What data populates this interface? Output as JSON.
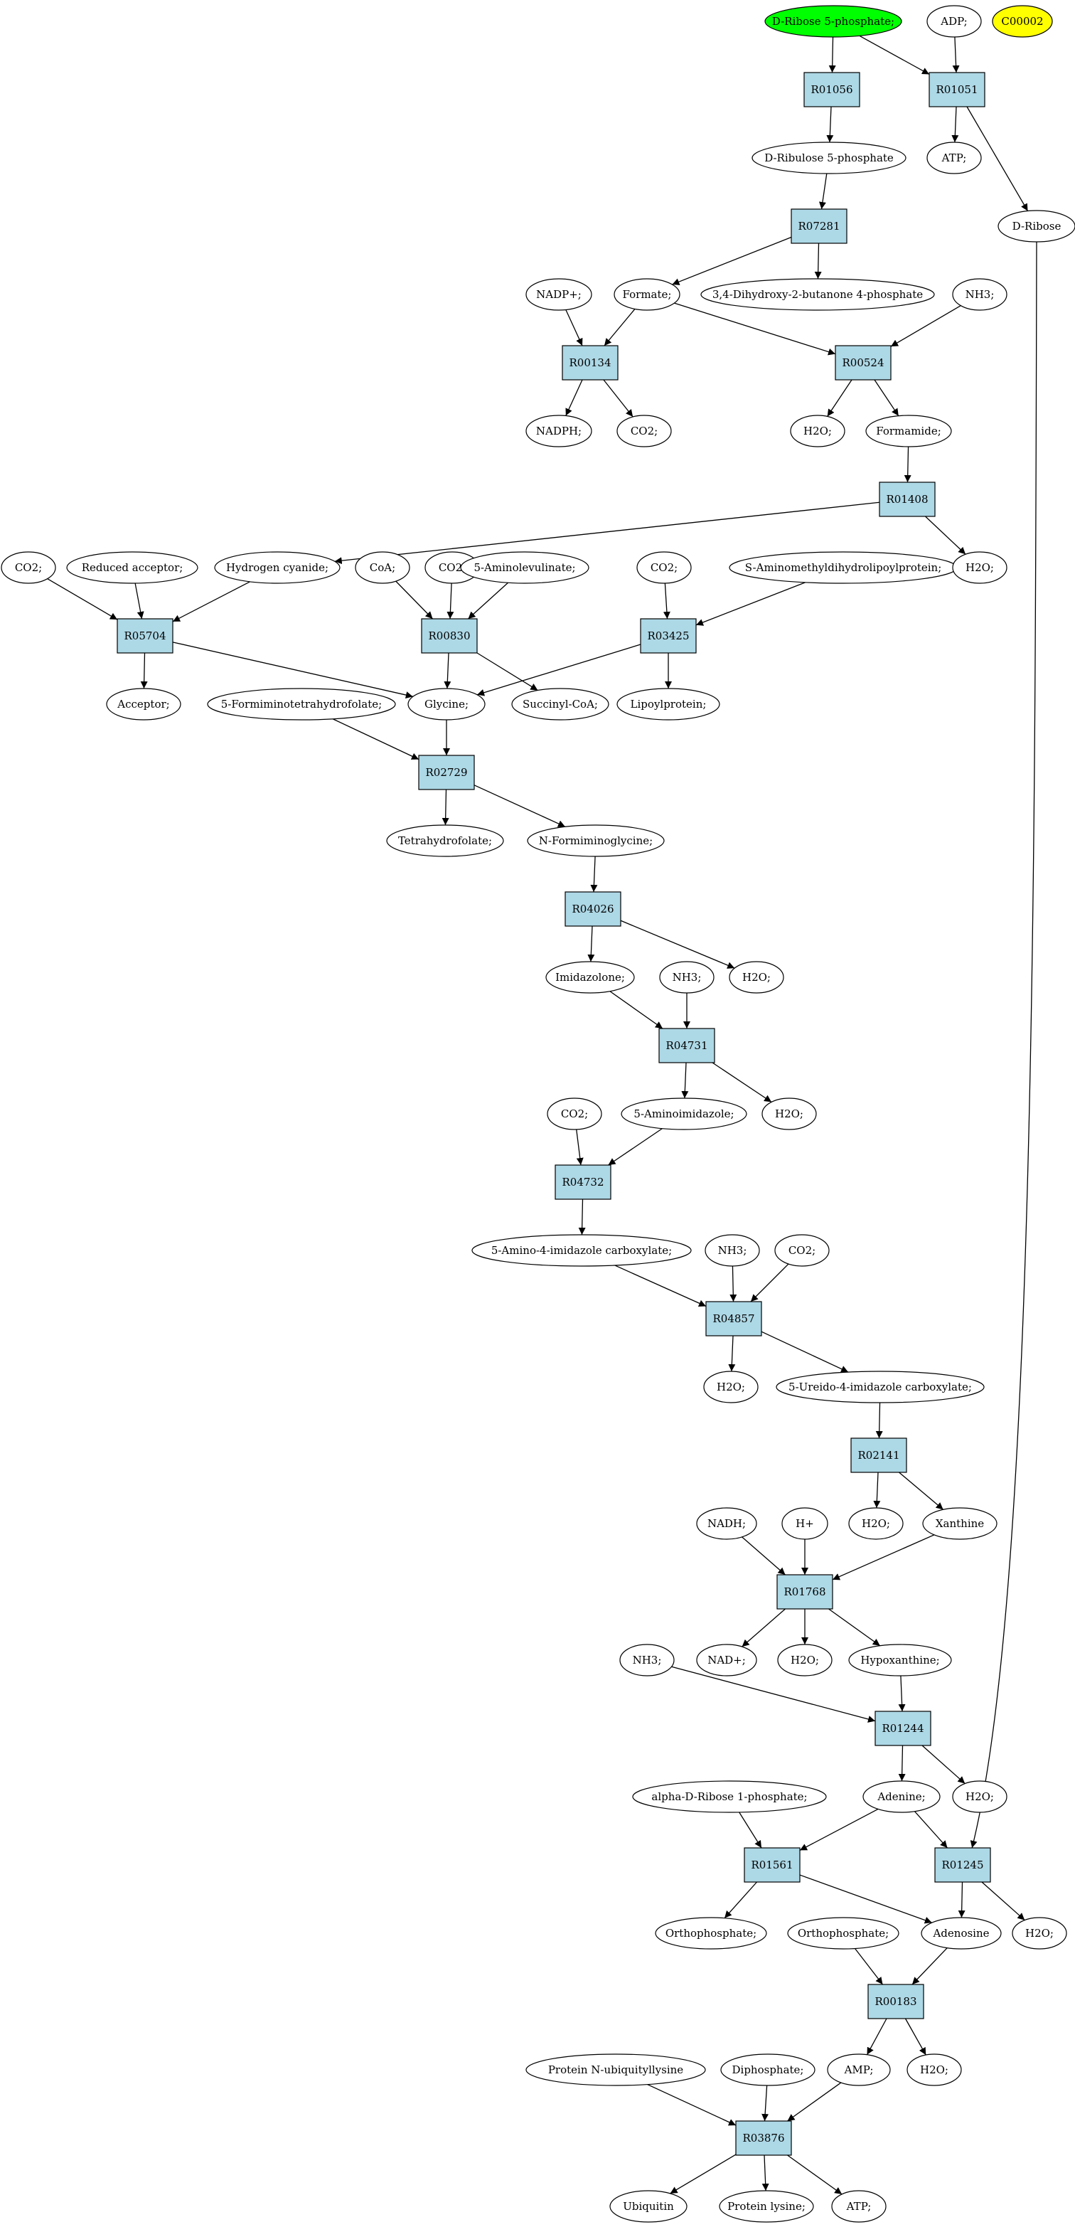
{
  "colors": {
    "reaction_fill": "#add8e6",
    "start_fill": "#00ff00",
    "highlight_fill": "#ffff00",
    "compound_fill": "#ffffff",
    "stroke": "#000000"
  },
  "nodes": [
    {
      "id": "c_rib5p",
      "kind": "start",
      "label": "D-Ribose 5-phosphate;"
    },
    {
      "id": "c_adp",
      "kind": "compound",
      "label": "ADP;"
    },
    {
      "id": "c_c00002",
      "kind": "highlight",
      "label": "C00002"
    },
    {
      "id": "R01056",
      "kind": "reaction",
      "label": "R01056"
    },
    {
      "id": "R01051",
      "kind": "reaction",
      "label": "R01051"
    },
    {
      "id": "c_ribulose",
      "kind": "compound",
      "label": "D-Ribulose 5-phosphate"
    },
    {
      "id": "c_atp1",
      "kind": "compound",
      "label": "ATP;"
    },
    {
      "id": "c_dribose",
      "kind": "compound",
      "label": "D-Ribose"
    },
    {
      "id": "R07281",
      "kind": "reaction",
      "label": "R07281"
    },
    {
      "id": "c_nadpp",
      "kind": "compound",
      "label": "NADP+;"
    },
    {
      "id": "c_formate",
      "kind": "compound",
      "label": "Formate;"
    },
    {
      "id": "c_dhb",
      "kind": "compound",
      "label": "3,4-Dihydroxy-2-butanone 4-phosphate"
    },
    {
      "id": "c_nh3a",
      "kind": "compound",
      "label": "NH3;"
    },
    {
      "id": "R00134",
      "kind": "reaction",
      "label": "R00134"
    },
    {
      "id": "R00524",
      "kind": "reaction",
      "label": "R00524"
    },
    {
      "id": "c_nadph",
      "kind": "compound",
      "label": "NADPH;"
    },
    {
      "id": "c_co2a",
      "kind": "compound",
      "label": "CO2;"
    },
    {
      "id": "c_h2oa",
      "kind": "compound",
      "label": "H2O;"
    },
    {
      "id": "c_formamide",
      "kind": "compound",
      "label": "Formamide;"
    },
    {
      "id": "R01408",
      "kind": "reaction",
      "label": "R01408"
    },
    {
      "id": "c_co2b",
      "kind": "compound",
      "label": "CO2;"
    },
    {
      "id": "c_redacc",
      "kind": "compound",
      "label": "Reduced acceptor;"
    },
    {
      "id": "c_hcn",
      "kind": "compound",
      "label": "Hydrogen cyanide;"
    },
    {
      "id": "c_coa",
      "kind": "compound",
      "label": "CoA;"
    },
    {
      "id": "c_co2c",
      "kind": "compound",
      "label": "CO2;"
    },
    {
      "id": "c_5ala",
      "kind": "compound",
      "label": "5-Aminolevulinate;"
    },
    {
      "id": "c_co2d",
      "kind": "compound",
      "label": "CO2;"
    },
    {
      "id": "c_samlp",
      "kind": "compound",
      "label": "S-Aminomethyldihydrolipoylprotein;"
    },
    {
      "id": "c_h2ob",
      "kind": "compound",
      "label": "H2O;"
    },
    {
      "id": "R05704",
      "kind": "reaction",
      "label": "R05704"
    },
    {
      "id": "R00830",
      "kind": "reaction",
      "label": "R00830"
    },
    {
      "id": "R03425",
      "kind": "reaction",
      "label": "R03425"
    },
    {
      "id": "c_acceptor",
      "kind": "compound",
      "label": "Acceptor;"
    },
    {
      "id": "c_5fthf",
      "kind": "compound",
      "label": "5-Formiminotetrahydrofolate;"
    },
    {
      "id": "c_glycine",
      "kind": "compound",
      "label": "Glycine;"
    },
    {
      "id": "c_succoa",
      "kind": "compound",
      "label": "Succinyl-CoA;"
    },
    {
      "id": "c_lipoyl",
      "kind": "compound",
      "label": "Lipoylprotein;"
    },
    {
      "id": "R02729",
      "kind": "reaction",
      "label": "R02729"
    },
    {
      "id": "c_thf",
      "kind": "compound",
      "label": "Tetrahydrofolate;"
    },
    {
      "id": "c_nfg",
      "kind": "compound",
      "label": "N-Formiminoglycine;"
    },
    {
      "id": "R04026",
      "kind": "reaction",
      "label": "R04026"
    },
    {
      "id": "c_imid",
      "kind": "compound",
      "label": "Imidazolone;"
    },
    {
      "id": "c_nh3b",
      "kind": "compound",
      "label": "NH3;"
    },
    {
      "id": "c_h2oc",
      "kind": "compound",
      "label": "H2O;"
    },
    {
      "id": "R04731",
      "kind": "reaction",
      "label": "R04731"
    },
    {
      "id": "c_co2e",
      "kind": "compound",
      "label": "CO2;"
    },
    {
      "id": "c_5ai",
      "kind": "compound",
      "label": "5-Aminoimidazole;"
    },
    {
      "id": "c_h2od",
      "kind": "compound",
      "label": "H2O;"
    },
    {
      "id": "R04732",
      "kind": "reaction",
      "label": "R04732"
    },
    {
      "id": "c_5a4ic",
      "kind": "compound",
      "label": "5-Amino-4-imidazole carboxylate;"
    },
    {
      "id": "c_nh3c",
      "kind": "compound",
      "label": "NH3;"
    },
    {
      "id": "c_co2f",
      "kind": "compound",
      "label": "CO2;"
    },
    {
      "id": "R04857",
      "kind": "reaction",
      "label": "R04857"
    },
    {
      "id": "c_h2oe",
      "kind": "compound",
      "label": "H2O;"
    },
    {
      "id": "c_5u4ic",
      "kind": "compound",
      "label": "5-Ureido-4-imidazole carboxylate;"
    },
    {
      "id": "R02141",
      "kind": "reaction",
      "label": "R02141"
    },
    {
      "id": "c_nadh",
      "kind": "compound",
      "label": "NADH;"
    },
    {
      "id": "c_hplus",
      "kind": "compound",
      "label": "H+"
    },
    {
      "id": "c_h2of",
      "kind": "compound",
      "label": "H2O;"
    },
    {
      "id": "c_xanthine",
      "kind": "compound",
      "label": "Xanthine"
    },
    {
      "id": "R01768",
      "kind": "reaction",
      "label": "R01768"
    },
    {
      "id": "c_nh3d",
      "kind": "compound",
      "label": "NH3;"
    },
    {
      "id": "c_nadp",
      "kind": "compound",
      "label": "NAD+;"
    },
    {
      "id": "c_h2og",
      "kind": "compound",
      "label": "H2O;"
    },
    {
      "id": "c_hypox",
      "kind": "compound",
      "label": "Hypoxanthine;"
    },
    {
      "id": "R01244",
      "kind": "reaction",
      "label": "R01244"
    },
    {
      "id": "c_ar1p",
      "kind": "compound",
      "label": "alpha-D-Ribose 1-phosphate;"
    },
    {
      "id": "c_adenine",
      "kind": "compound",
      "label": "Adenine;"
    },
    {
      "id": "c_h2oh",
      "kind": "compound",
      "label": "H2O;"
    },
    {
      "id": "R01561",
      "kind": "reaction",
      "label": "R01561"
    },
    {
      "id": "R01245",
      "kind": "reaction",
      "label": "R01245"
    },
    {
      "id": "c_ortho1",
      "kind": "compound",
      "label": "Orthophosphate;"
    },
    {
      "id": "c_ortho2",
      "kind": "compound",
      "label": "Orthophosphate;"
    },
    {
      "id": "c_adenosine",
      "kind": "compound",
      "label": "Adenosine"
    },
    {
      "id": "c_h2oi",
      "kind": "compound",
      "label": "H2O;"
    },
    {
      "id": "R00183",
      "kind": "reaction",
      "label": "R00183"
    },
    {
      "id": "c_pnul",
      "kind": "compound",
      "label": "Protein N-ubiquityllysine"
    },
    {
      "id": "c_diphos",
      "kind": "compound",
      "label": "Diphosphate;"
    },
    {
      "id": "c_amp",
      "kind": "compound",
      "label": "AMP;"
    },
    {
      "id": "c_h2oj",
      "kind": "compound",
      "label": "H2O;"
    },
    {
      "id": "R03876",
      "kind": "reaction",
      "label": "R03876"
    },
    {
      "id": "c_ubiquitin",
      "kind": "compound",
      "label": "Ubiquitin"
    },
    {
      "id": "c_plys",
      "kind": "compound",
      "label": "Protein lysine;"
    },
    {
      "id": "c_atp2",
      "kind": "compound",
      "label": "ATP;"
    }
  ],
  "edges": [
    [
      "c_rib5p",
      "R01056"
    ],
    [
      "c_rib5p",
      "R01051"
    ],
    [
      "c_adp",
      "R01051"
    ],
    [
      "R01056",
      "c_ribulose"
    ],
    [
      "R01051",
      "c_atp1"
    ],
    [
      "R01051",
      "c_dribose"
    ],
    [
      "c_ribulose",
      "R07281"
    ],
    [
      "R07281",
      "c_formate"
    ],
    [
      "R07281",
      "c_dhb"
    ],
    [
      "c_nadpp",
      "R00134"
    ],
    [
      "c_formate",
      "R00134"
    ],
    [
      "c_formate",
      "R00524"
    ],
    [
      "c_nh3a",
      "R00524"
    ],
    [
      "R00134",
      "c_nadph"
    ],
    [
      "R00134",
      "c_co2a"
    ],
    [
      "R00524",
      "c_h2oa"
    ],
    [
      "R00524",
      "c_formamide"
    ],
    [
      "c_formamide",
      "R01408"
    ],
    [
      "R01408",
      "c_hcn"
    ],
    [
      "R01408",
      "c_h2ob"
    ],
    [
      "c_co2b",
      "R05704"
    ],
    [
      "c_redacc",
      "R05704"
    ],
    [
      "c_hcn",
      "R05704"
    ],
    [
      "c_coa",
      "R00830"
    ],
    [
      "c_co2c",
      "R00830"
    ],
    [
      "c_5ala",
      "R00830"
    ],
    [
      "c_co2d",
      "R03425"
    ],
    [
      "c_samlp",
      "R03425"
    ],
    [
      "R05704",
      "c_acceptor"
    ],
    [
      "R05704",
      "c_glycine"
    ],
    [
      "R00830",
      "c_glycine"
    ],
    [
      "R00830",
      "c_succoa"
    ],
    [
      "R03425",
      "c_glycine"
    ],
    [
      "R03425",
      "c_lipoyl"
    ],
    [
      "c_5fthf",
      "R02729"
    ],
    [
      "c_glycine",
      "R02729"
    ],
    [
      "R02729",
      "c_thf"
    ],
    [
      "R02729",
      "c_nfg"
    ],
    [
      "c_nfg",
      "R04026"
    ],
    [
      "R04026",
      "c_imid"
    ],
    [
      "R04026",
      "c_h2oc"
    ],
    [
      "c_imid",
      "R04731"
    ],
    [
      "c_nh3b",
      "R04731"
    ],
    [
      "R04731",
      "c_5ai"
    ],
    [
      "R04731",
      "c_h2od"
    ],
    [
      "c_co2e",
      "R04732"
    ],
    [
      "c_5ai",
      "R04732"
    ],
    [
      "R04732",
      "c_5a4ic"
    ],
    [
      "c_5a4ic",
      "R04857"
    ],
    [
      "c_nh3c",
      "R04857"
    ],
    [
      "c_co2f",
      "R04857"
    ],
    [
      "R04857",
      "c_h2oe"
    ],
    [
      "R04857",
      "c_5u4ic"
    ],
    [
      "c_5u4ic",
      "R02141"
    ],
    [
      "R02141",
      "c_h2of"
    ],
    [
      "R02141",
      "c_xanthine"
    ],
    [
      "c_nadh",
      "R01768"
    ],
    [
      "c_hplus",
      "R01768"
    ],
    [
      "c_xanthine",
      "R01768"
    ],
    [
      "R01768",
      "c_nadp"
    ],
    [
      "R01768",
      "c_h2og"
    ],
    [
      "R01768",
      "c_hypox"
    ],
    [
      "c_nh3d",
      "R01244"
    ],
    [
      "c_hypox",
      "R01244"
    ],
    [
      "R01244",
      "c_adenine"
    ],
    [
      "R01244",
      "c_h2oh"
    ],
    [
      "c_ar1p",
      "R01561"
    ],
    [
      "c_adenine",
      "R01561"
    ],
    [
      "c_adenine",
      "R01245"
    ],
    [
      "c_dribose",
      "R01245"
    ],
    [
      "R01561",
      "c_ortho1"
    ],
    [
      "R01561",
      "c_adenosine"
    ],
    [
      "R01245",
      "c_adenosine"
    ],
    [
      "R01245",
      "c_h2oi"
    ],
    [
      "c_ortho2",
      "R00183"
    ],
    [
      "c_adenosine",
      "R00183"
    ],
    [
      "R00183",
      "c_amp"
    ],
    [
      "R00183",
      "c_h2oj"
    ],
    [
      "c_pnul",
      "R03876"
    ],
    [
      "c_diphos",
      "R03876"
    ],
    [
      "c_amp",
      "R03876"
    ],
    [
      "R03876",
      "c_ubiquitin"
    ],
    [
      "R03876",
      "c_plys"
    ],
    [
      "R03876",
      "c_atp2"
    ]
  ]
}
